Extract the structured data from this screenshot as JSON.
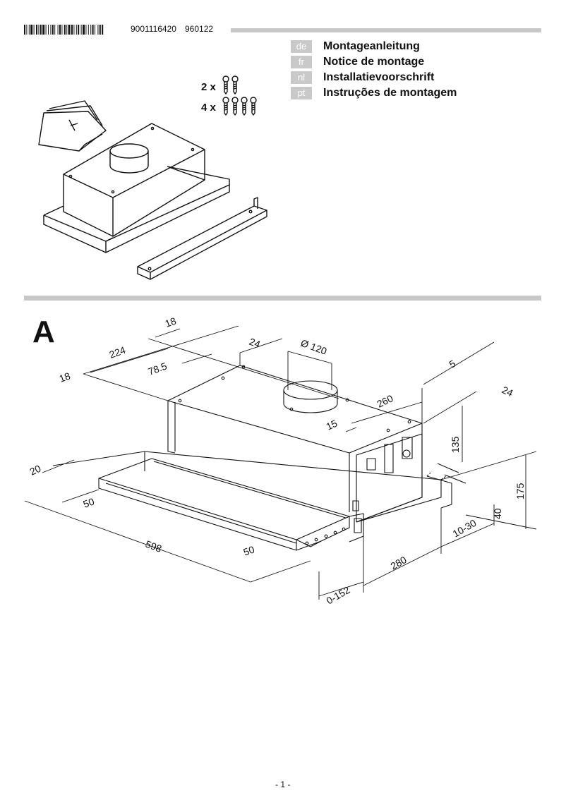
{
  "header": {
    "article_number": "9001116420",
    "date_code": "960122"
  },
  "languages": [
    {
      "code": "de",
      "title": "Montageanleitung"
    },
    {
      "code": "fr",
      "title": "Notice de montage"
    },
    {
      "code": "nl",
      "title": "Installatievoorschrift"
    },
    {
      "code": "pt",
      "title": "Instruções de montagem"
    }
  ],
  "parts": {
    "screws_a_qty": "2 x",
    "screws_b_qty": "4 x"
  },
  "section": {
    "letter": "A"
  },
  "dimensions": {
    "d18_top": "18",
    "d224": "224",
    "d18_left": "18",
    "d78_5": "78.5",
    "d24_top": "24",
    "d120": "Ø 120",
    "d5": "5",
    "d260": "260",
    "d24_right": "24",
    "d15": "15",
    "d135": "135",
    "d175": "175",
    "d40": "40",
    "d10_30": "10-30",
    "d20": "20",
    "d50_left": "50",
    "d598": "598",
    "d50_front": "50",
    "d280": "280",
    "d0_152": "0-152"
  },
  "footer": {
    "page": "- 1 -"
  }
}
